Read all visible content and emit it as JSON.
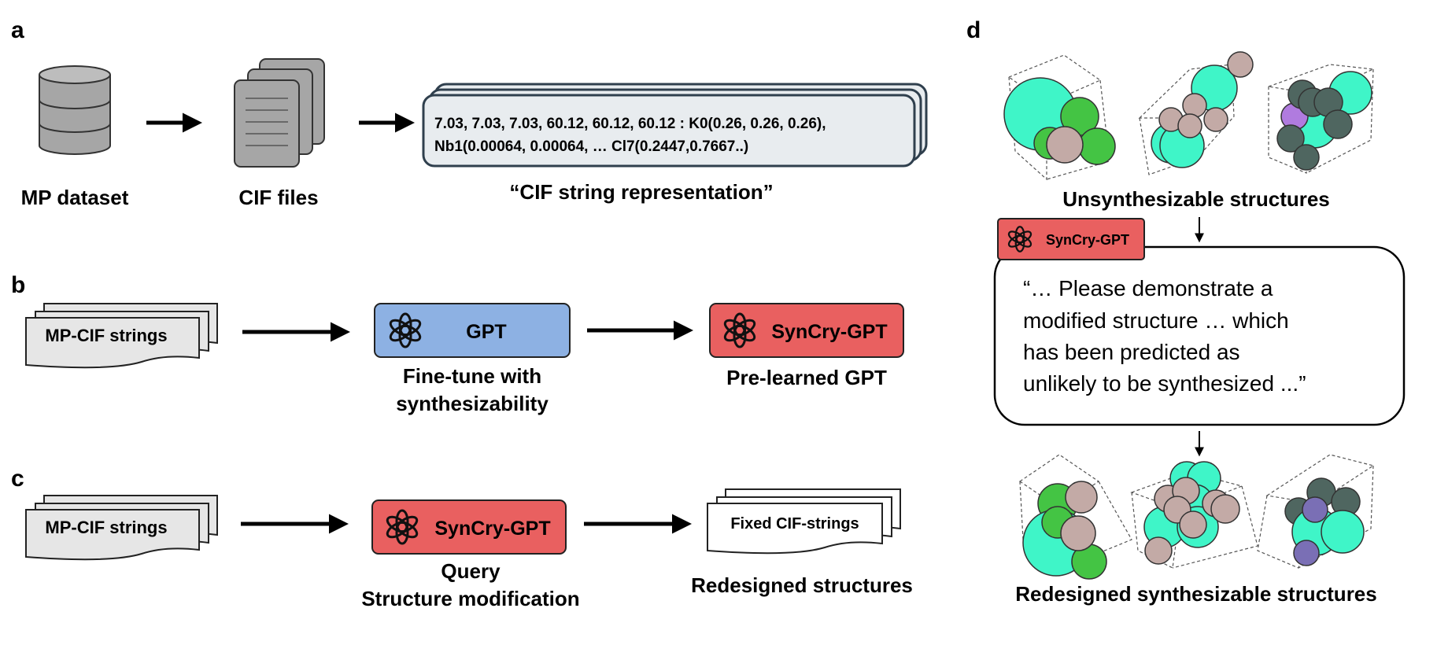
{
  "panels": {
    "a": {
      "letter": "a",
      "database_label": "MP dataset",
      "files_label": "CIF files",
      "cif_line1": "7.03, 7.03, 7.03, 60.12, 60.12, 60.12 : K0(0.26, 0.26, 0.26),",
      "cif_line2": "Nb1(0.00064, 0.00064, … Cl7(0.2447,0.7667..)",
      "cif_caption": "“CIF string representation”"
    },
    "b": {
      "letter": "b",
      "input_label": "MP-CIF strings",
      "gpt_label": "GPT",
      "gpt_caption_line1": "Fine-tune with",
      "gpt_caption_line2": "synthesizability",
      "syncry_label": "SynCry-GPT",
      "syncry_caption": "Pre-learned GPT"
    },
    "c": {
      "letter": "c",
      "input_label": "MP-CIF strings",
      "syncry_label": "SynCry-GPT",
      "syncry_caption_line1": "Query",
      "syncry_caption_line2": "Structure modification",
      "output_label": "Fixed  CIF-strings",
      "output_caption": "Redesigned structures"
    },
    "d": {
      "letter": "d",
      "top_caption": "Unsynthesizable  structures",
      "badge_label": "SynCry-GPT",
      "prompt_line1": "“… Please demonstrate a",
      "prompt_line2": "modified structure … which",
      "prompt_line3": "has been predicted as",
      "prompt_line4": "unlikely to be synthesized ...”",
      "bottom_caption": "Redesigned  synthesizable structures"
    }
  },
  "colors": {
    "gpt_blue": "#8db1e3",
    "syncry_red": "#e96060",
    "doc_gray": "#e6e6e6",
    "file_gray": "#a6a6a6",
    "cif_box": "#e8ecef",
    "cif_border": "#2f3f4d",
    "atom_teal": "#3ff5c8",
    "atom_green": "#44c444",
    "atom_mauve": "#c3aaa6",
    "atom_slate": "#4f6660",
    "atom_purple": "#b07bdf"
  }
}
